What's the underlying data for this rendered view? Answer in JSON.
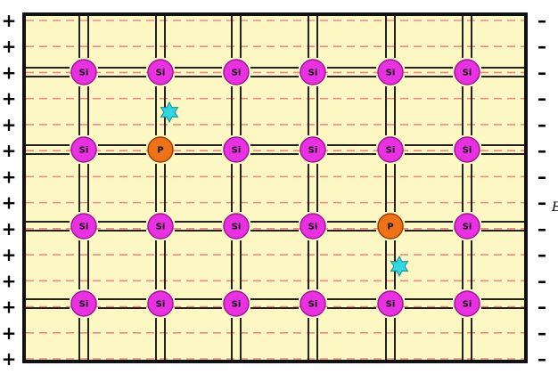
{
  "diagram": {
    "columns": 6,
    "rows": 4,
    "atoms": [
      [
        "Si",
        "Si",
        "Si",
        "Si",
        "Si",
        "Si"
      ],
      [
        "Si",
        "P",
        "Si",
        "Si",
        "Si",
        "Si"
      ],
      [
        "Si",
        "Si",
        "Si",
        "Si",
        "P",
        "Si"
      ],
      [
        "Si",
        "Si",
        "Si",
        "Si",
        "Si",
        "Si"
      ]
    ],
    "left_signs": [
      "+",
      "+",
      "+",
      "+",
      "+",
      "+",
      "+",
      "+",
      "+",
      "+",
      "+",
      "+",
      "+",
      "+"
    ],
    "right_signs": [
      "–",
      "–",
      "–",
      "–",
      "–",
      "–",
      "–",
      "–",
      "–",
      "–",
      "–",
      "–",
      "–",
      "–"
    ],
    "right_edge_label": "E",
    "electrons": [
      {
        "after_row": 0,
        "after_col": 1
      },
      {
        "after_row": 2,
        "after_col": 4
      }
    ],
    "colors": {
      "background": "#fdf7c3",
      "border": "#111111",
      "field_line": "#ee8888",
      "bond": "#222222",
      "si_fill": "#e831e0",
      "si_stroke": "#9a1a8f",
      "p_fill": "#ee7218",
      "p_stroke": "#9a3d06",
      "electron": "#33d6e0"
    }
  }
}
